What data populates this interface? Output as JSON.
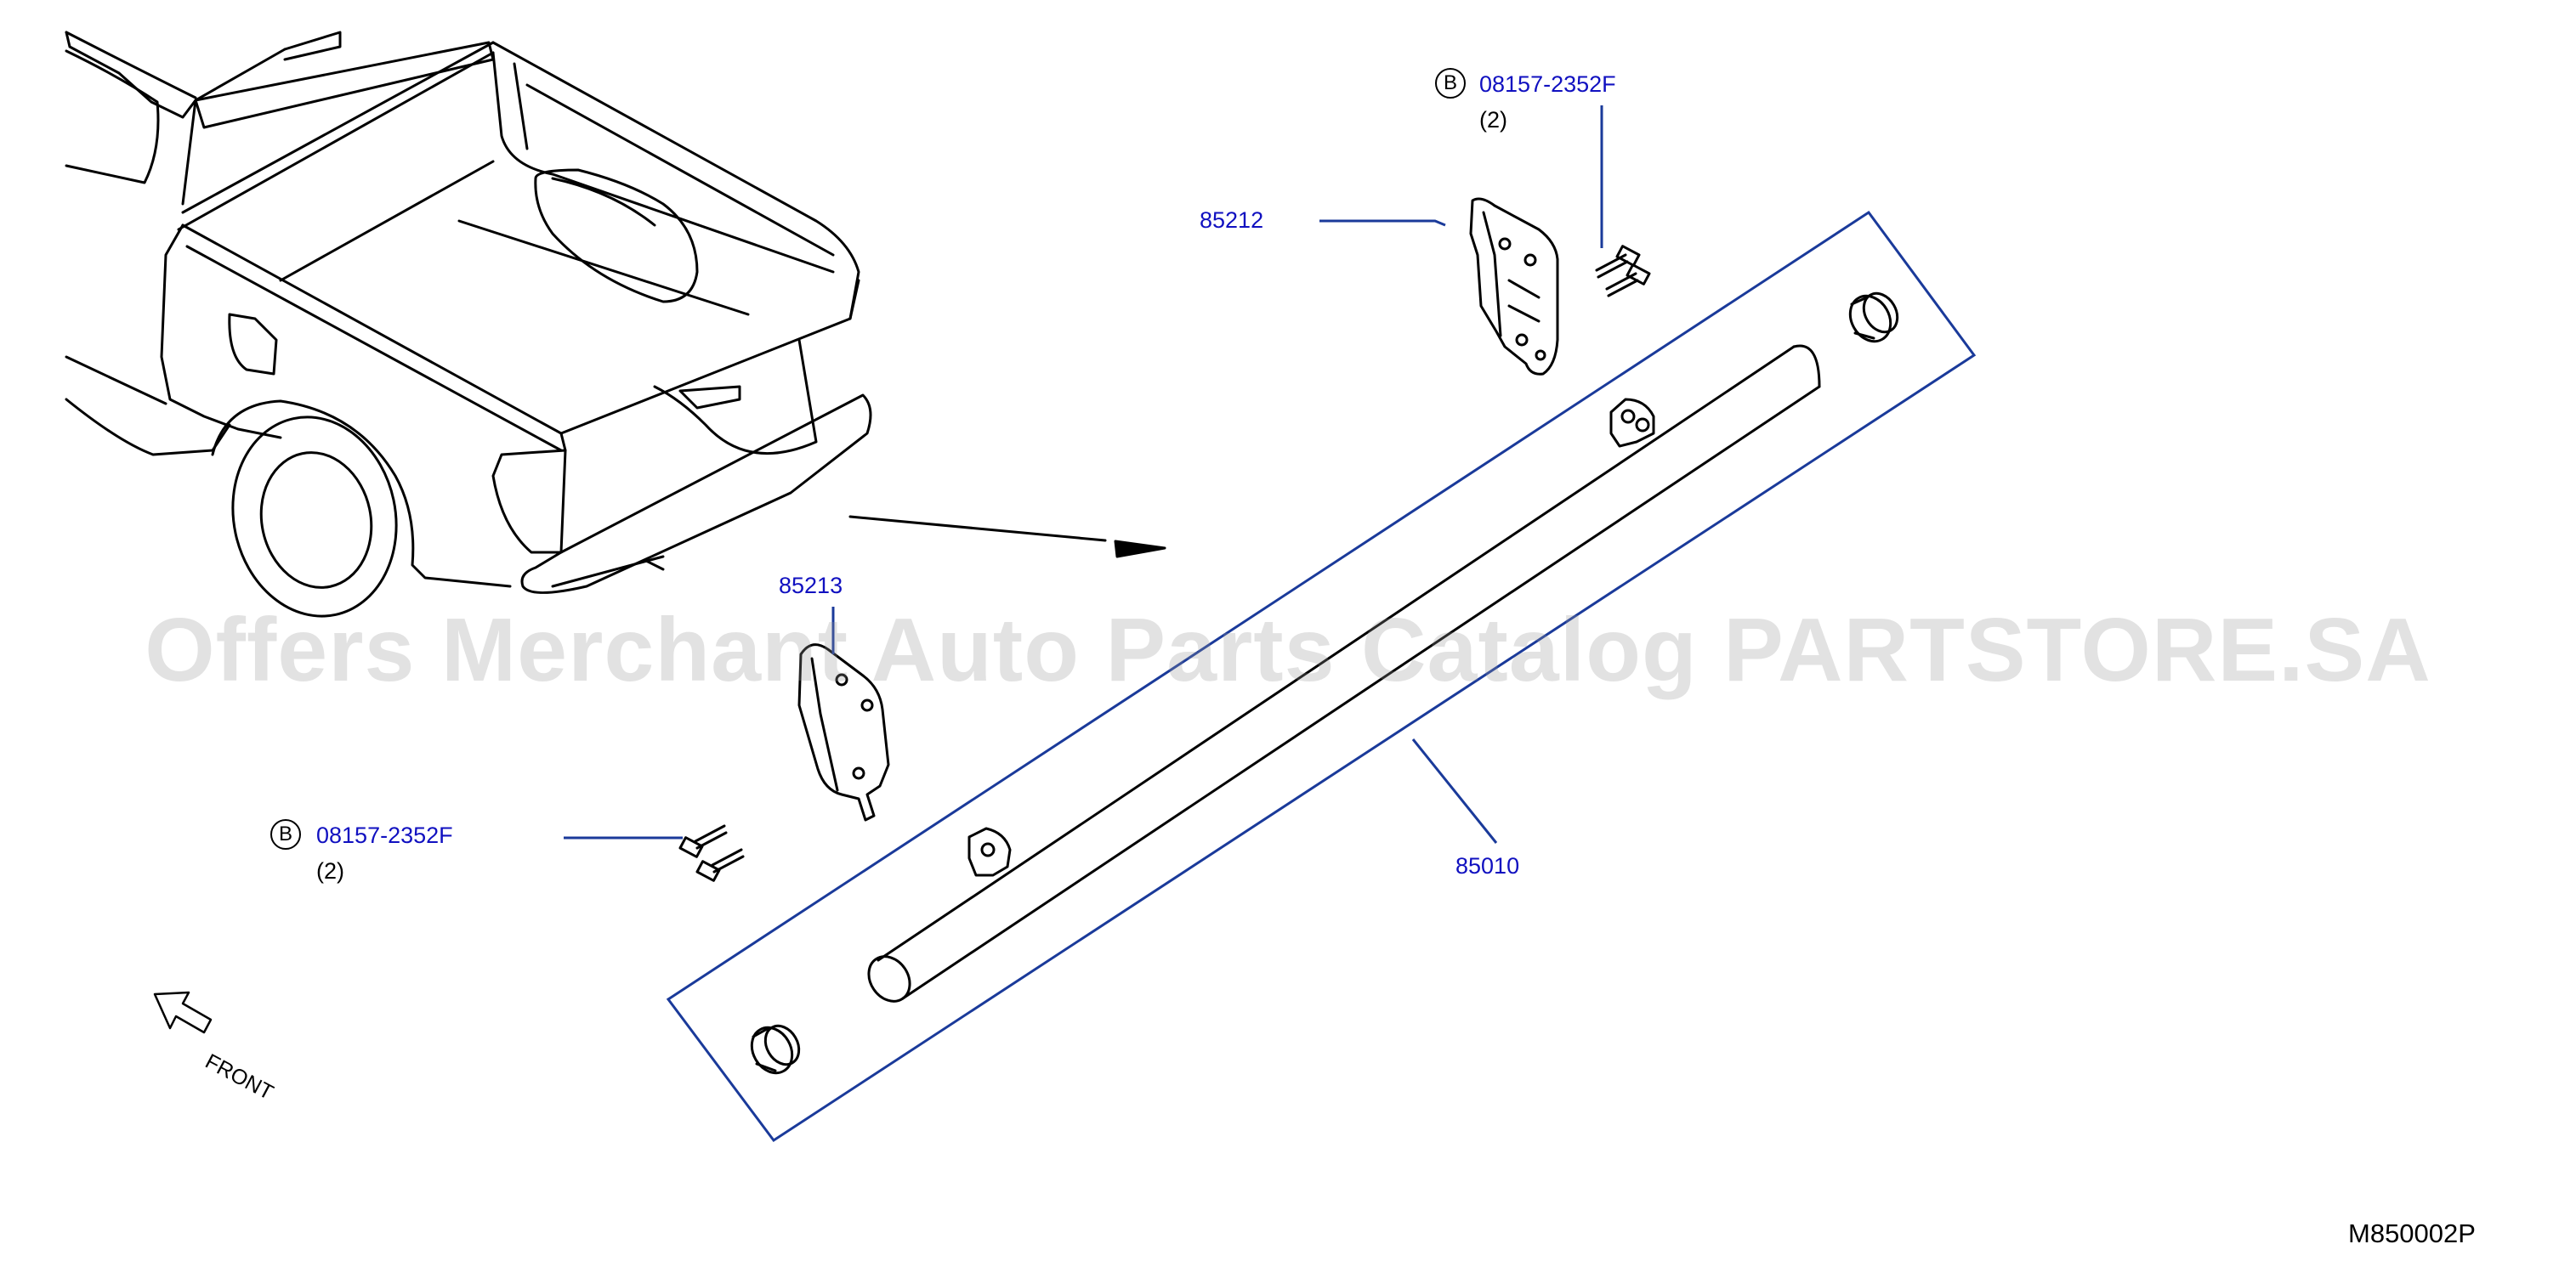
{
  "diagram": {
    "parts": [
      {
        "number": "85212"
      },
      {
        "number": "85213"
      },
      {
        "number": "85010"
      }
    ],
    "fasteners": [
      {
        "ref_symbol": "B",
        "part_number": "08157-2352F",
        "quantity": "(2)"
      },
      {
        "ref_symbol": "B",
        "part_number": "08157-2352F",
        "quantity": "(2)"
      }
    ],
    "direction_label": "FRONT",
    "watermark": "Offers Merchant Auto Parts Catalog PARTSTORE.SA",
    "diagram_code": "M850002P",
    "colors": {
      "label": "#1010c0",
      "leader": "#1a3a9a",
      "linework": "#000000",
      "watermark": "#969696"
    }
  }
}
